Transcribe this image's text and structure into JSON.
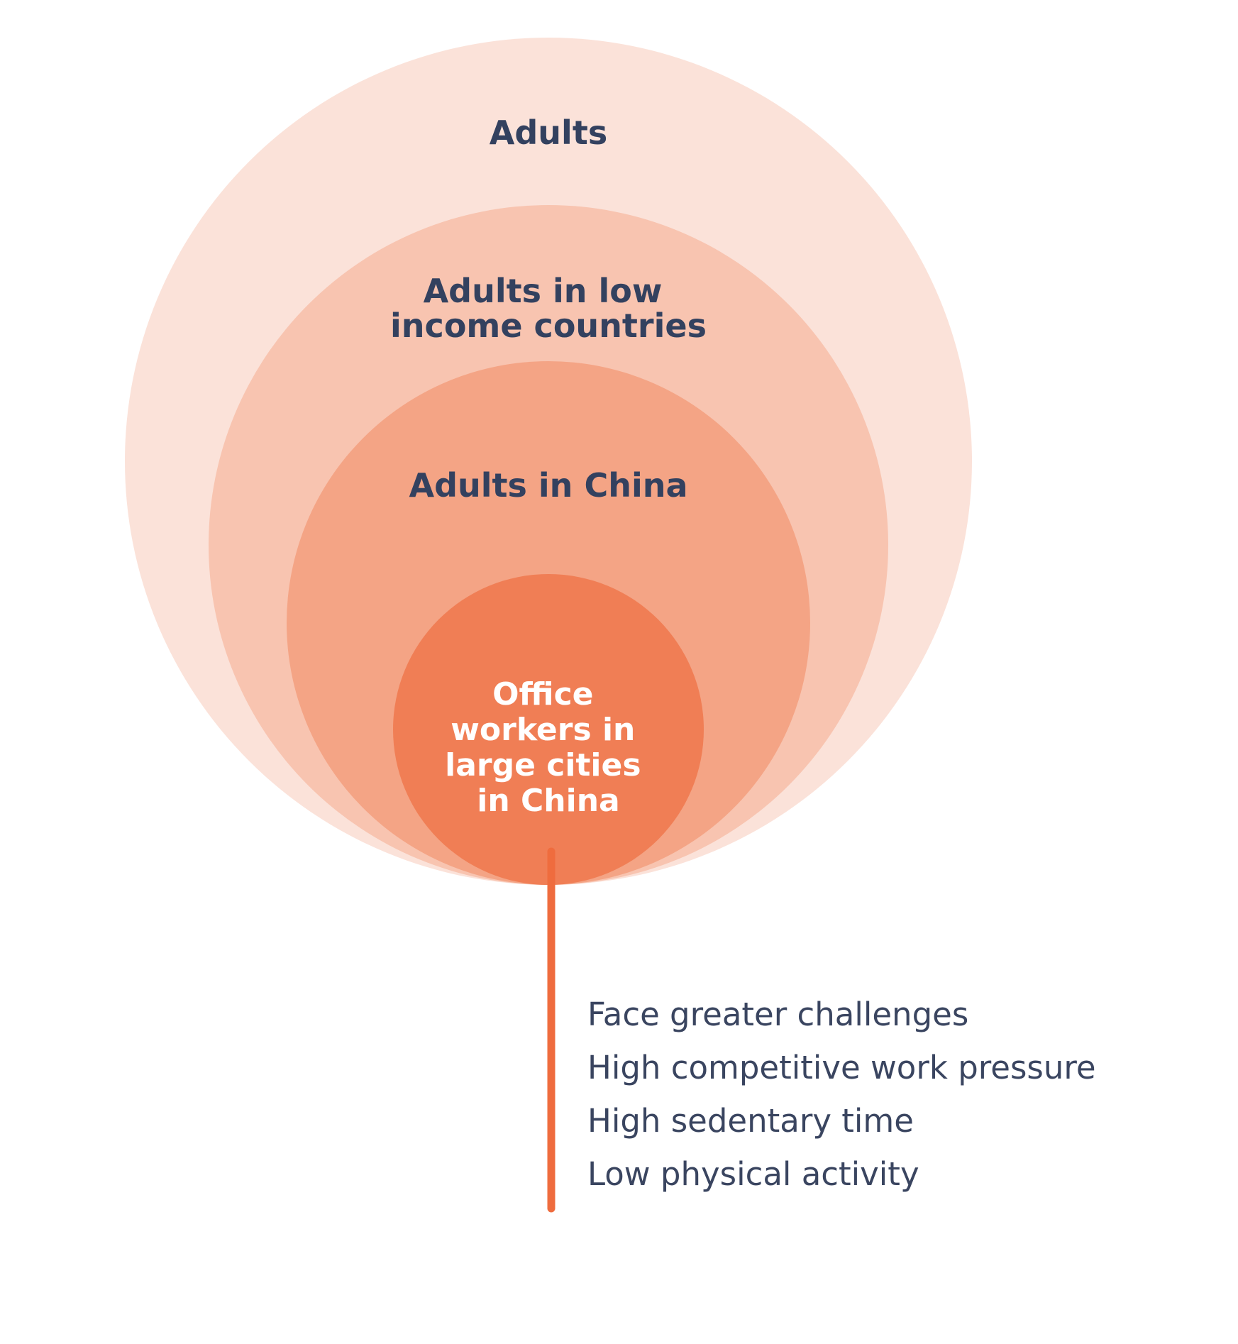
{
  "colors": {
    "ring_outer": "#fbe2d9",
    "ring_second": "#f8c4b0",
    "ring_third": "#f4a485",
    "ring_inner": "#f07e55",
    "connector": "#ef6c3e",
    "label_dark": "#33415f",
    "label_light": "#ffffff",
    "characteristic_text": "#3a4560"
  },
  "rings": {
    "adults": {
      "label_lines": [
        "Adults"
      ]
    },
    "low_income": {
      "label_lines": [
        "Adults in low",
        "income countries"
      ]
    },
    "china": {
      "label_lines": [
        "Adults in China"
      ]
    },
    "office_workers": {
      "label_lines": [
        "Office",
        "workers in",
        "large cities",
        "in China"
      ]
    }
  },
  "characteristics": [
    "Face greater challenges",
    "High competitive work pressure",
    "High sedentary time",
    "Low physical activity"
  ]
}
